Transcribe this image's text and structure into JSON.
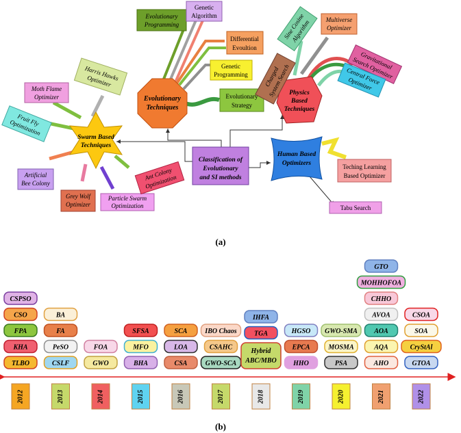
{
  "part_a": {
    "caption": "(a)",
    "center": {
      "line1": "Classification of",
      "line2": "Evolutionary",
      "line3": "and SI methods"
    },
    "groups": {
      "evolutionary": {
        "line1": "Evolutionary",
        "line2": "Techniques"
      },
      "swarm": {
        "line1": "Swarm Based",
        "line2": "Techniques"
      },
      "physics": {
        "line1": "Physics",
        "line2": "Based",
        "line3": "Techniques"
      },
      "human": {
        "line1": "Human Based",
        "line2": "Optimizers"
      }
    },
    "evolutionary_items": {
      "ep": {
        "line1": "Evolutionary",
        "line2": "Programming"
      },
      "ga": {
        "line1": "Genetic",
        "line2": "Algorithm"
      },
      "de": {
        "line1": "Differential",
        "line2": "Evoultion"
      },
      "gp": {
        "line1": "Genetic",
        "line2": "Programming"
      },
      "es": {
        "line1": "Evolutionary",
        "line2": "Strategy"
      }
    },
    "swarm_items": {
      "hho": {
        "line1": "Harris Hawks",
        "line2": "Optimizer"
      },
      "mfo": {
        "line1": "Moth Flame",
        "line2": "Optimizer"
      },
      "ffo": {
        "line1": "Fruit Fly",
        "line2": "Optimization"
      },
      "abc": {
        "line1": "Artificial",
        "line2": "Bee Colony"
      },
      "gwo": {
        "line1": "Grey Wolf",
        "line2": "Optimizer"
      },
      "pso": {
        "line1": "Particle Swarm",
        "line2": "Optimization"
      },
      "aco": {
        "line1": "Ant Colony",
        "line2": "Optimization"
      }
    },
    "physics_items": {
      "sca": {
        "line1": "Sine Cosine",
        "line2": "Algorithm"
      },
      "mvo": {
        "line1": "Multiverse",
        "line2": "Optimizer"
      },
      "css": {
        "line1": "Charged",
        "line2": "System Search"
      },
      "gsa": {
        "line1": "Gravitational",
        "line2": "Search Optimizer"
      },
      "cfo": {
        "line1": "Central Force",
        "line2": "Optimizer"
      }
    },
    "human_items": {
      "tlbo": {
        "line1": "Teching Learning",
        "line2": "Based Optimizer"
      },
      "tabu": {
        "line1": "Tabu Search"
      }
    }
  },
  "part_b": {
    "caption": "(b)",
    "years": [
      {
        "year": "2012",
        "fill": "#f5a623",
        "items": [
          {
            "label": "CSPSO",
            "fill": "#e0b3e6",
            "stroke": "#7b3fa0"
          },
          {
            "label": "CSO",
            "fill": "#f5a54a",
            "stroke": "#d04020"
          },
          {
            "label": "FPA",
            "fill": "#8dc63f",
            "stroke": "#3a7a20"
          },
          {
            "label": "KHA",
            "fill": "#f06070",
            "stroke": "#c02030"
          },
          {
            "label": "TLBO",
            "fill": "#f5b830",
            "stroke": "#d04020"
          }
        ]
      },
      {
        "year": "2013",
        "fill": "#c5d96a",
        "items": [
          {
            "label": "BA",
            "fill": "#fbf0d8",
            "stroke": "#e0a040"
          },
          {
            "label": "FA",
            "fill": "#e8804a",
            "stroke": "#c05020"
          },
          {
            "label": "PeSO",
            "fill": "#f2f2f2",
            "stroke": "#909090"
          },
          {
            "label": "CSLF",
            "fill": "#9fd7f0",
            "stroke": "#e0a020"
          }
        ]
      },
      {
        "year": "2014",
        "fill": "#f06060",
        "items": [
          {
            "label": "FOA",
            "fill": "#f8d8e8",
            "stroke": "#d080a0"
          },
          {
            "label": "GWO",
            "fill": "#f5e9a0",
            "stroke": "#c0a040"
          }
        ]
      },
      {
        "year": "2015",
        "fill": "#5fd3f0",
        "items": [
          {
            "label": "SFSA",
            "fill": "#f25050",
            "stroke": "#c02020"
          },
          {
            "label": "MFO",
            "fill": "#fbf2a0",
            "stroke": "#40b0d0"
          },
          {
            "label": "BHA",
            "fill": "#d8b0e8",
            "stroke": "#9060b0"
          }
        ]
      },
      {
        "year": "2016",
        "fill": "#c8c8b8",
        "items": [
          {
            "label": "SCA",
            "fill": "#f5a040",
            "stroke": "#d06020"
          },
          {
            "label": "LOA",
            "fill": "#d8b8e8",
            "stroke": "#303030"
          },
          {
            "label": "CSA",
            "fill": "#e88a6a",
            "stroke": "#c06040"
          }
        ]
      },
      {
        "year": "2017",
        "fill": "#c5d96a",
        "items": [
          {
            "label": "IBO Chaos",
            "fill": "#fbd8c8",
            "stroke": "#e0a080"
          },
          {
            "label": "CSAHC",
            "fill": "#f5c88a",
            "stroke": "#e0a040"
          },
          {
            "label": "GWO-SCA",
            "fill": "#a8d8c0",
            "stroke": "#202020"
          }
        ]
      },
      {
        "year": "2018",
        "fill": "#e8e8e8",
        "items": [
          {
            "label": "IHFA",
            "fill": "#8fb4e8",
            "stroke": "#6080c0"
          },
          {
            "label": "TGA",
            "fill": "#f25060",
            "stroke": "#2060c0"
          },
          {
            "label": "Hybrid",
            "label2": "ABC/MBO",
            "fill": "#c5d96a",
            "stroke": "#d04030"
          }
        ]
      },
      {
        "year": "2019",
        "fill": "#7fd3a8",
        "items": [
          {
            "label": "HGSO",
            "fill": "#c8e8f8",
            "stroke": "#8080c0"
          },
          {
            "label": "EPCA",
            "fill": "#e87a50",
            "stroke": "#c05030"
          },
          {
            "label": "HHO",
            "fill": "#e0a0e0",
            "stroke": "#e0a0e0"
          }
        ]
      },
      {
        "year": "2020",
        "fill": "#f5f030",
        "items": [
          {
            "label": "GWO-SMA",
            "fill": "#d8e8b0",
            "stroke": "#a0c070"
          },
          {
            "label": "MOSMA",
            "fill": "#fbf5c8",
            "stroke": "#e0b030"
          },
          {
            "label": "PSA",
            "fill": "#c8c8c8",
            "stroke": "#303030"
          }
        ]
      },
      {
        "year": "2021",
        "fill": "#f0a070",
        "items": [
          {
            "label": "GTO",
            "fill": "#8fb4e8",
            "stroke": "#6080c0"
          },
          {
            "label": "MOHHOFOA",
            "fill": "#f0b0e0",
            "stroke": "#30a040"
          },
          {
            "label": "CHHO",
            "fill": "#f8c8d8",
            "stroke": "#e08080"
          },
          {
            "label": "AVOA",
            "fill": "#f0f0f0",
            "stroke": "#c0c0c0"
          },
          {
            "label": "AOA",
            "fill": "#50c8b0",
            "stroke": "#208070"
          },
          {
            "label": "AQA",
            "fill": "#fbf5b0",
            "stroke": "#e0a030"
          },
          {
            "label": "AHO",
            "fill": "#fbe8e0",
            "stroke": "#e06040"
          }
        ]
      },
      {
        "year": "2022",
        "fill": "#b090e8",
        "items": [
          {
            "label": "CSOA",
            "fill": "#f8d8e8",
            "stroke": "#e02020"
          },
          {
            "label": "SOA",
            "fill": "#fbf8e8",
            "stroke": "#e0a030"
          },
          {
            "label": "CryStAl",
            "fill": "#f5d040",
            "stroke": "#e06020"
          },
          {
            "label": "GTOA",
            "fill": "#c8d8f0",
            "stroke": "#3060c0"
          }
        ]
      }
    ]
  }
}
